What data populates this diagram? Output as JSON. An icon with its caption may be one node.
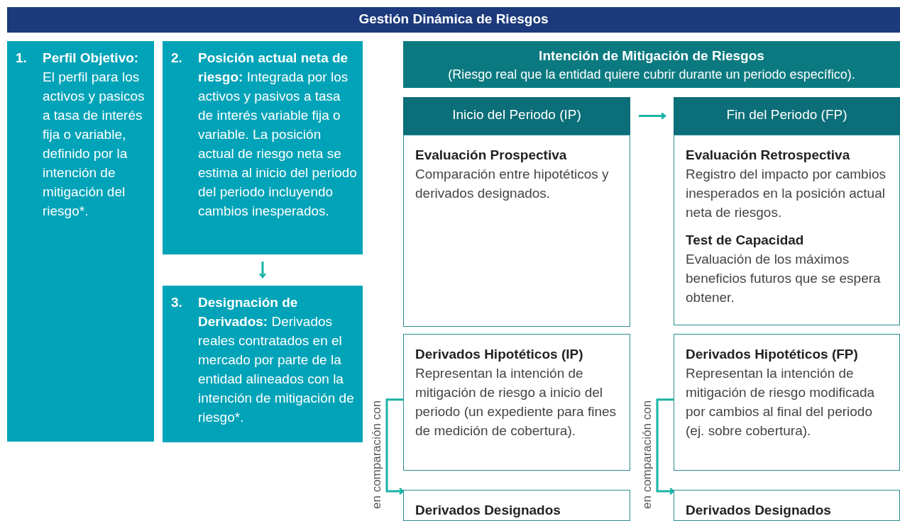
{
  "diagram": {
    "nodes": [
      {
        "text": [
          "Gestión Dinámica de Riesgos"
        ]
      },
      {
        "text": [
          "1.",
          "Perfil Objetivo:",
          "El perfil para los activos y pasicos a tasa de interés fija o variable, definido por la intención de mitigación del riesgo*."
        ]
      },
      {
        "text": [
          "2.",
          "**Posición actual neta de riesgo:** Integrada por los activos y pasivos a tasa de interés variable fija o variable. La posición actual de riesgo neta se estima al inicio del periodo del periodo incluyendo cambios inesperados."
        ]
      },
      {
        "text": [
          "3.",
          "**Designación de Derivados:** Derivados reales contratados en el mercado por parte de la entidad alineados con la intención de mitigación de riesgo*."
        ]
      },
      {
        "text": [
          "Intención de Mitigación de Riesgos",
          "(Riesgo real que la entidad quiere cubrir durante un periodo específico)."
        ]
      },
      {
        "text": [
          "Inicio del Periodo (IP)"
        ]
      },
      {
        "text": [
          "Fin del Periodo (FP)"
        ]
      },
      {
        "text": [
          "Evaluación Prospectiva",
          "Comparación entre hipotéticos y derivados designados."
        ]
      },
      {
        "text": [
          "Evaluación Retrospectiva",
          "Registro del impacto por cambios inesperados en la posición actual neta de riesgos.",
          "Test de Capacidad",
          "Evaluación de los máximos beneficios futuros que se espera obtener."
        ]
      },
      {
        "text": [
          "Derivados Hipotéticos (IP)",
          "Representan la intención de mitigación de riesgo a inicio del periodo (un expediente para fines de medición de cobertura)."
        ]
      },
      {
        "text": [
          "Derivados Hipotéticos (FP)",
          "Representan la intención de mitigación de riesgo modificada por cambios al final del periodo (ej. sobre cobertura)."
        ]
      },
      {
        "text": [
          "Derivados Designados"
        ]
      },
      {
        "text": [
          "Derivados Designados"
        ]
      }
    ],
    "edges": [
      {
        "from": 2,
        "to": 3,
        "arrow": "to"
      },
      {
        "from": 5,
        "to": 6,
        "arrow": "to"
      },
      {
        "from": 9,
        "to": 11,
        "arrow": "to",
        "label": "en comparación con"
      },
      {
        "from": 10,
        "to": 12,
        "arrow": "to",
        "label": "en comparación con"
      }
    ]
  }
}
